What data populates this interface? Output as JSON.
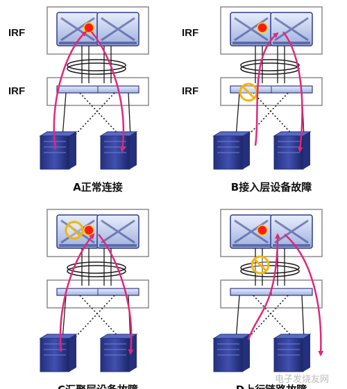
{
  "diagram": {
    "irf_label": "IRF",
    "colors": {
      "box_stroke": "#8a8a8a",
      "box_fill": "#ffffff",
      "switch_dark": "#2f3a86",
      "switch_light": "#c7d2ee",
      "server_dark": "#24307c",
      "server_light": "#5a6bc4",
      "traffic_arrow": "#e0287a",
      "fault_ring": "#f4b400",
      "master_dot": "#ff1a1a",
      "link_line": "#1a1a1a"
    },
    "panels": [
      {
        "id": "A",
        "caption": "A正常连接",
        "fault": "none",
        "show_irf_labels": true
      },
      {
        "id": "B",
        "caption": "B接入层设备故障",
        "fault": "access-layer-device",
        "show_irf_labels": true
      },
      {
        "id": "C",
        "caption": "C汇聚层设备故障",
        "fault": "aggregation-layer-device",
        "show_irf_labels": false
      },
      {
        "id": "D",
        "caption": "D上行链路故障",
        "fault": "uplink",
        "show_irf_labels": false
      }
    ],
    "watermark": "电子发烧友网"
  }
}
